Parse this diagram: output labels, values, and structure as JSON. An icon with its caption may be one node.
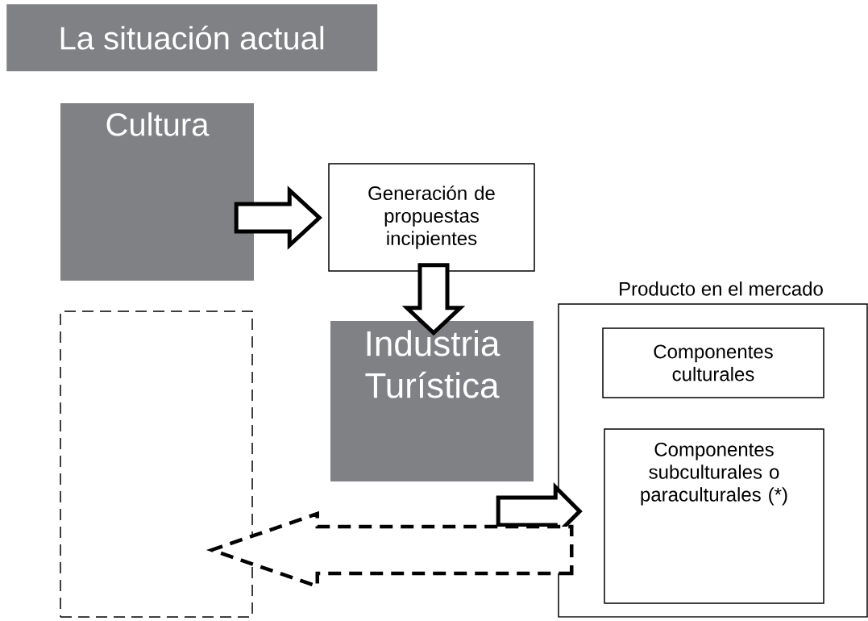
{
  "diagram": {
    "title": "La situación actual",
    "nodes": [
      {
        "text": [
          "Cultura"
        ]
      },
      {
        "text": [
          "Generación de propuestas incipientes"
        ]
      },
      {
        "text": [
          "Industria Turística"
        ]
      },
      {
        "text": [
          "Producto en el mercado"
        ]
      },
      {
        "text": [
          "Componentes culturales"
        ],
        "in": 3
      },
      {
        "text": [
          "Componentes subculturales o paraculturales (*)"
        ],
        "in": 3
      },
      {
        "text": [],
        "shape": "box"
      }
    ],
    "edges": [
      {
        "from": 0,
        "to": 1,
        "arrow": "to"
      },
      {
        "from": 1,
        "to": 2,
        "arrow": "to"
      },
      {
        "from": 2,
        "to": 3,
        "arrow": "to"
      },
      {
        "from": 3,
        "to": 6,
        "arrow": "to",
        "style": "dashed"
      }
    ]
  }
}
